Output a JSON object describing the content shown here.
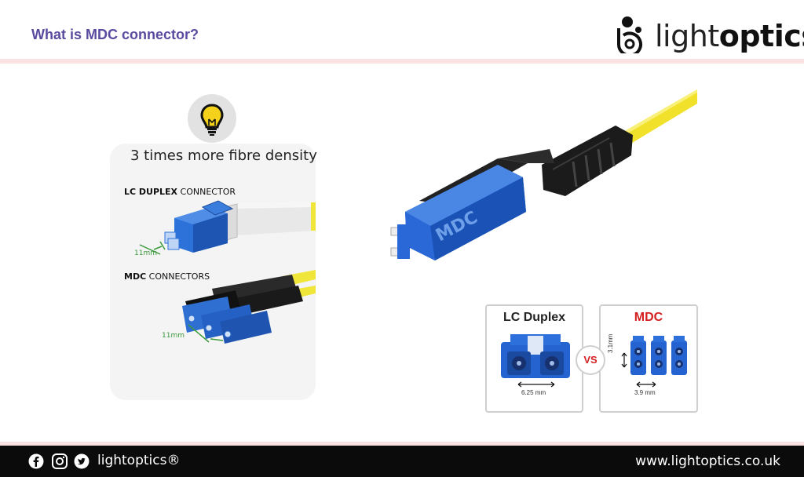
{
  "header": {
    "title": "What is MDC connector?",
    "logo": {
      "text_light": "light",
      "text_bold": "optics"
    }
  },
  "left_card": {
    "tagline": "3 times more fibre density",
    "lc_label_bold": "LC DUPLEX",
    "lc_label_rest": " CONNECTOR",
    "mdc_label_bold": "MDC",
    "mdc_label_rest": " CONNECTORS",
    "measure_1": "11mm",
    "measure_2": "11mm",
    "bulb_icon": "lightbulb-icon"
  },
  "connector_image": {
    "housing_text": "MDC"
  },
  "comparison": {
    "lc_title": "LC Duplex",
    "mdc_title": "MDC",
    "vs_label": "VS",
    "lc_dimension": "6.25 mm",
    "mdc_dimension_h": "3.9 mm",
    "mdc_dimension_v": "3.1mm"
  },
  "footer": {
    "icons": [
      "facebook-icon",
      "instagram-icon",
      "twitter-icon"
    ],
    "brand": "lightoptics®",
    "website": "www.lightoptics.co.uk"
  },
  "colors": {
    "title": "#5a4aa0",
    "accent_red": "#d42020",
    "connector_blue": "#1f5fd0",
    "fibre_yellow": "#f2e12a",
    "footer_bg": "#0b0b0b",
    "band_pink": "#fbe3e3"
  }
}
